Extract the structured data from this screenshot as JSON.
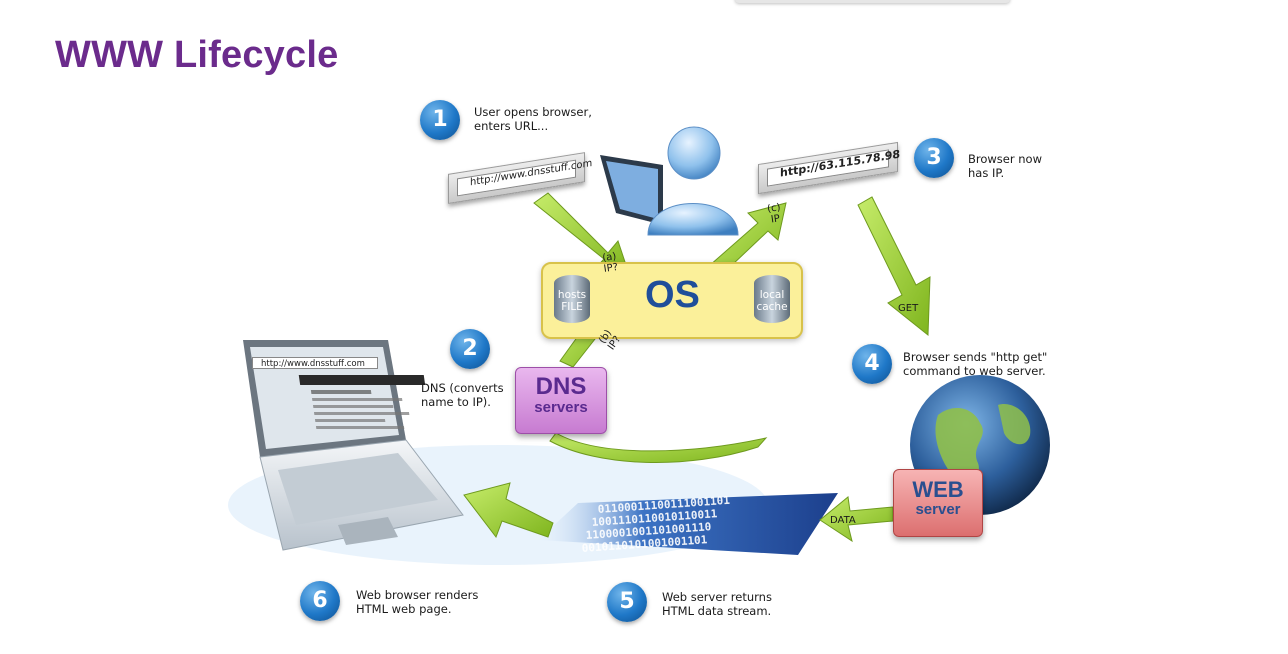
{
  "slide": {
    "title": "WWW Lifecycle"
  },
  "steps": [
    {
      "number": "1",
      "text": "User opens browser,\nenters URL..."
    },
    {
      "number": "2",
      "text": "DNS (converts\nname to IP)."
    },
    {
      "number": "3",
      "text": "Browser now\nhas IP."
    },
    {
      "number": "4",
      "text": "Browser sends \"http get\"\ncommand to web server."
    },
    {
      "number": "5",
      "text": "Web server returns\nHTML data stream."
    },
    {
      "number": "6",
      "text": "Web browser renders\nHTML web page."
    }
  ],
  "url_bars": {
    "left": "http://www.dnsstuff.com",
    "right": "http://63.115.78.98",
    "laptop": "http://www.dnsstuff.com"
  },
  "os_box": {
    "label": "OS",
    "hosts": "hosts\nFILE",
    "cache": "local\ncache"
  },
  "dns_box": {
    "line1": "DNS",
    "line2": "servers"
  },
  "web_box": {
    "line1": "WEB",
    "line2": "server"
  },
  "arrow_labels": {
    "a": "(a)\nIP?",
    "b": "(b)\nIP?",
    "c": "(c)\nIP",
    "get": "GET",
    "data": "DATA"
  },
  "colors": {
    "title": "#6b2b8c",
    "step_circle": "#1f78c8",
    "arrow": "#9acd32",
    "os_box": "#fbf09a",
    "dns_box": "#d38fdc",
    "web_box": "#e88a8a"
  },
  "icons": {
    "user": "user-icon",
    "laptop": "laptop-icon",
    "globe": "globe-icon",
    "data_stream": "binary-stream-icon"
  }
}
